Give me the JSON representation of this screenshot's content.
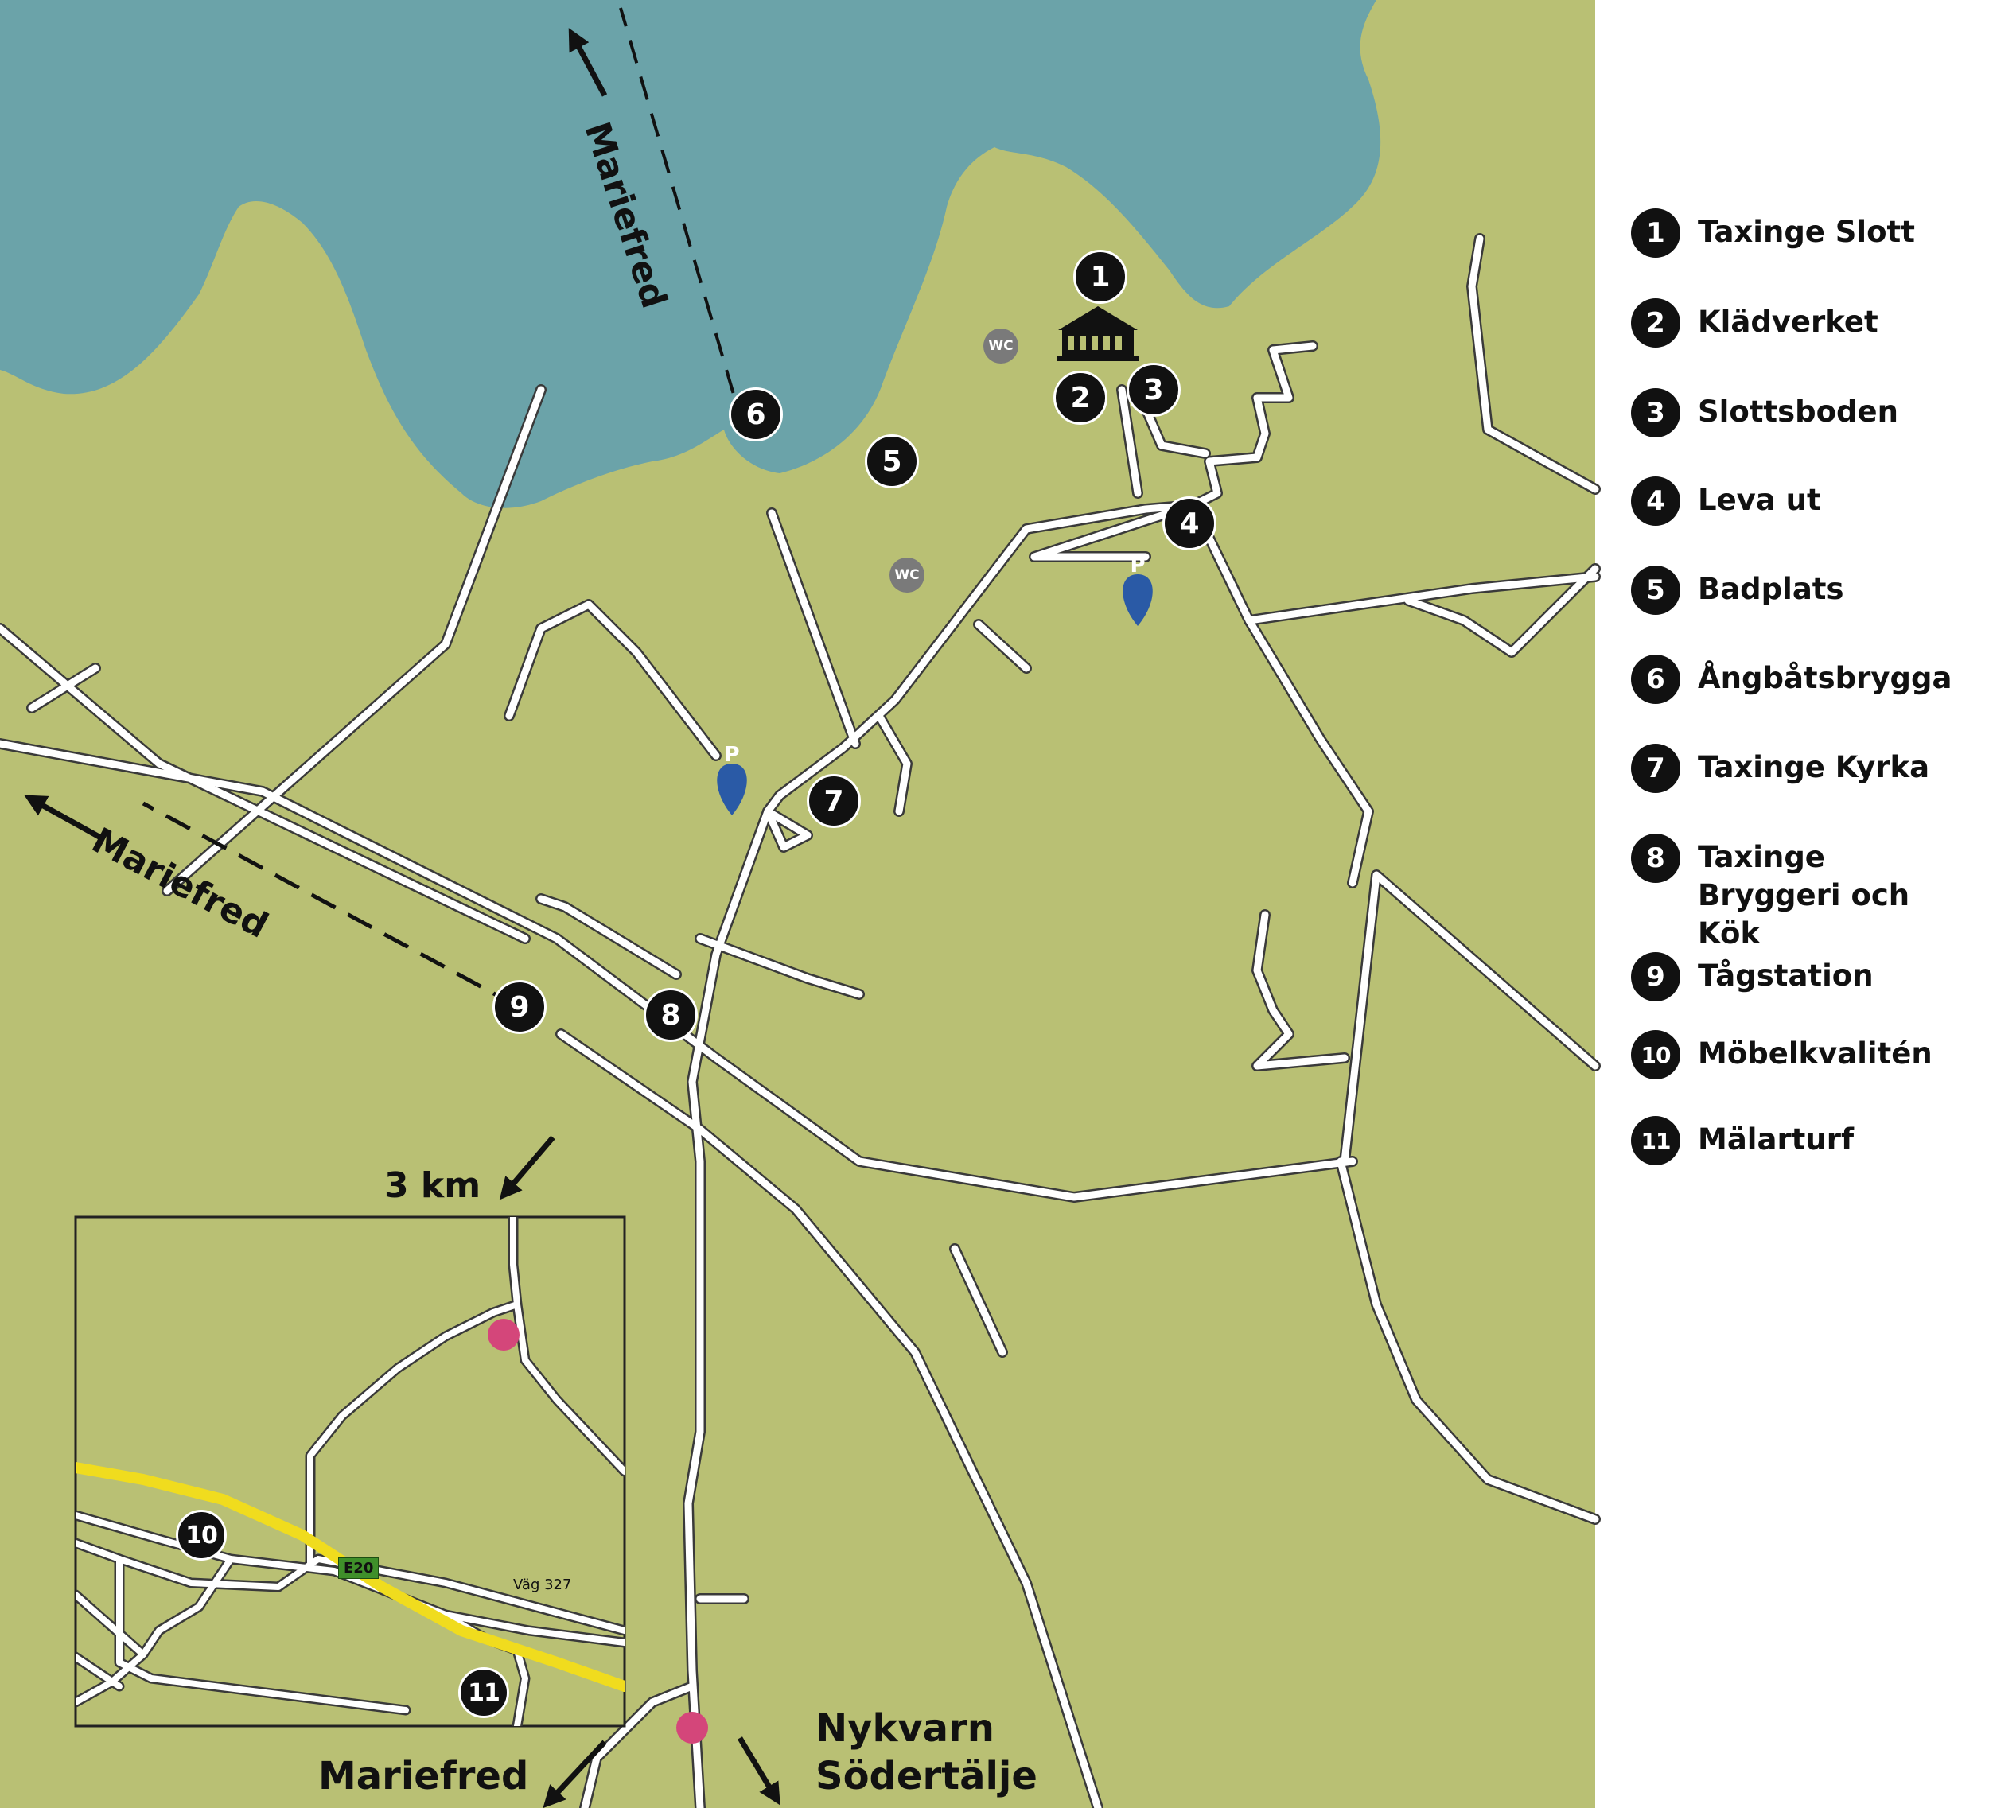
{
  "colors": {
    "land": "#b9c074",
    "water": "#6ba3a9",
    "road": "#ffffff",
    "road_edge": "#3a3a3a",
    "highway": "#f0dc1e",
    "marker": "#111111",
    "parking": "#2a5aa6",
    "wc": "#7a7a7a",
    "destination_dot": "#d4467a",
    "shield": "#3f8f2a"
  },
  "markers": [
    {
      "id": "1",
      "name": "Taxinge Slott"
    },
    {
      "id": "2",
      "name": "Klädverket"
    },
    {
      "id": "3",
      "name": "Slottsboden"
    },
    {
      "id": "4",
      "name": "Leva ut"
    },
    {
      "id": "5",
      "name": "Badplats"
    },
    {
      "id": "6",
      "name": "Ångbåtsbrygga"
    },
    {
      "id": "7",
      "name": "Taxinge Kyrka"
    },
    {
      "id": "8",
      "name": "Taxinge Bryggeri och Kök"
    },
    {
      "id": "9",
      "name": "Tågstation"
    },
    {
      "id": "10",
      "name": "Möbelkvalitén"
    },
    {
      "id": "11",
      "name": "Mälarturf"
    }
  ],
  "legend": [
    {
      "num": "1",
      "text": "Taxinge Slott"
    },
    {
      "num": "2",
      "text": "Klädverket"
    },
    {
      "num": "3",
      "text": "Slottsboden"
    },
    {
      "num": "4",
      "text": "Leva ut"
    },
    {
      "num": "5",
      "text": "Badplats"
    },
    {
      "num": "6",
      "text": "Ångbåtsbrygga"
    },
    {
      "num": "7",
      "text": "Taxinge Kyrka"
    },
    {
      "num": "8",
      "text": "Taxinge Bryggeri och Kök"
    },
    {
      "num": "9",
      "text": "Tågstation"
    },
    {
      "num": "10",
      "text": "Möbelkvalitén"
    },
    {
      "num": "11",
      "text": "Mälarturf"
    }
  ],
  "amenities": {
    "wc": "WC",
    "parking": "P"
  },
  "labels": {
    "mariefred_ferry": "Mariefred",
    "mariefred_train": "Mariefred",
    "mariefred_road": "Mariefred",
    "distance": "3 km",
    "nykvarn": "Nykvarn",
    "sodertalje": "Södertälje"
  },
  "inset": {
    "e20": "E20",
    "vag327": "Väg 327"
  },
  "icons": [
    "castle-icon",
    "parking-pin-icon",
    "wc-icon",
    "arrow-icon"
  ]
}
